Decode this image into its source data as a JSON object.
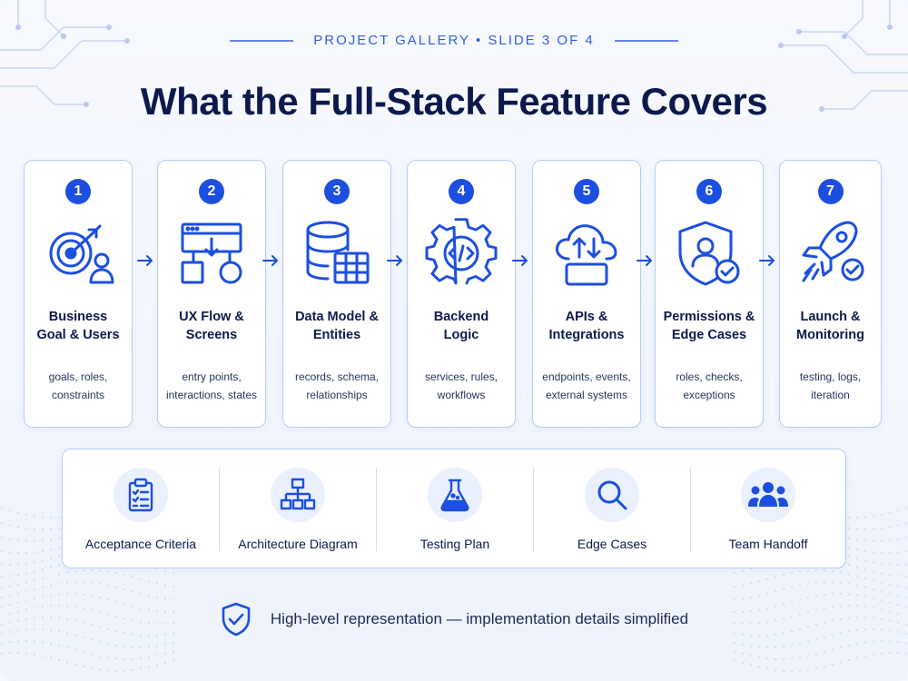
{
  "header": {
    "kicker": "PROJECT GALLERY • SLIDE 3 OF 4",
    "title": "What the Full-Stack Feature Covers"
  },
  "steps": [
    {
      "number": "1",
      "label_lines": [
        "Business",
        "Goal & Users"
      ],
      "sub_lines": [
        "goals, roles,",
        "constraints"
      ],
      "icon": "target-user-icon"
    },
    {
      "number": "2",
      "label_lines": [
        "UX Flow &",
        "Screens"
      ],
      "sub_lines": [
        "entry points,",
        "interactions, states"
      ],
      "icon": "flow-screen-icon"
    },
    {
      "number": "3",
      "label_lines": [
        "Data Model &",
        "Entities"
      ],
      "sub_lines": [
        "records, schema,",
        "relationships"
      ],
      "icon": "database-table-icon"
    },
    {
      "number": "4",
      "label_lines": [
        "Backend",
        "Logic"
      ],
      "sub_lines": [
        "services, rules,",
        "workflows"
      ],
      "icon": "gear-code-icon"
    },
    {
      "number": "5",
      "label_lines": [
        "APIs &",
        "Integrations"
      ],
      "sub_lines": [
        "endpoints, events,",
        "external systems"
      ],
      "icon": "cloud-api-icon"
    },
    {
      "number": "6",
      "label_lines": [
        "Permissions &",
        "Edge Cases"
      ],
      "sub_lines": [
        "roles, checks,",
        "exceptions"
      ],
      "icon": "shield-user-icon"
    },
    {
      "number": "7",
      "label_lines": [
        "Launch &",
        "Monitoring"
      ],
      "sub_lines": [
        "testing, logs,",
        "iteration"
      ],
      "icon": "rocket-check-icon"
    }
  ],
  "deliverables": [
    {
      "label": "Acceptance Criteria",
      "icon": "clipboard-checklist-icon"
    },
    {
      "label": "Architecture Diagram",
      "icon": "hierarchy-icon"
    },
    {
      "label": "Testing Plan",
      "icon": "flask-icon"
    },
    {
      "label": "Edge Cases",
      "icon": "magnifier-icon"
    },
    {
      "label": "Team Handoff",
      "icon": "team-icon"
    }
  ],
  "footer": {
    "note": "High-level representation — implementation details simplified",
    "icon": "shield-check-icon"
  },
  "colors": {
    "accent": "#1c4fe0",
    "title": "#0c1a4b",
    "card_border": "#b9cbf3",
    "background": "#f4f7fd"
  }
}
